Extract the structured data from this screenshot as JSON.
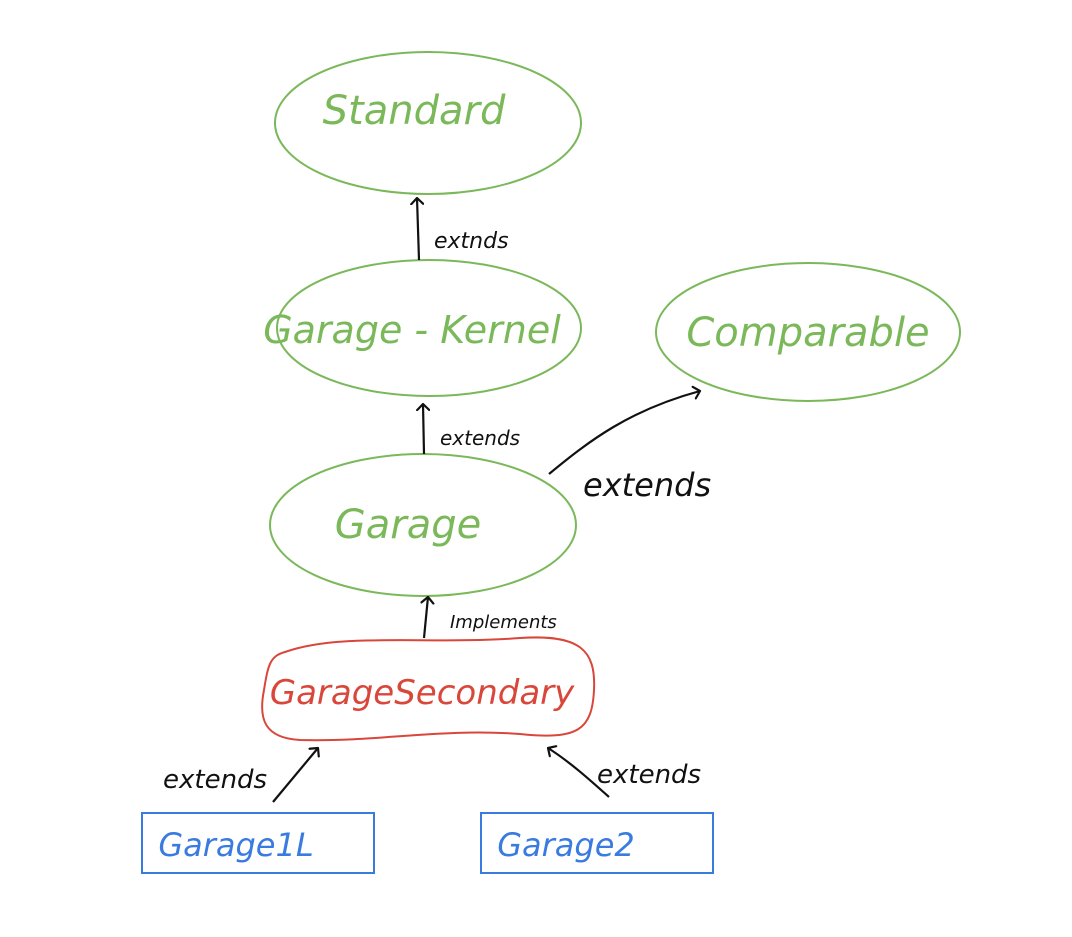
{
  "colors": {
    "interface": "#7ab85a",
    "abstract": "#d9463a",
    "concrete": "#3a7be0",
    "arrow": "#111111"
  },
  "nodes": {
    "standard": "Standard",
    "garage_kernel": "Garage - Kernel",
    "comparable": "Comparable",
    "garage": "Garage",
    "garage_secondary": "GarageSecondary",
    "garage1l": "Garage1L",
    "garage2": "Garage2"
  },
  "edges": {
    "kernel_to_standard": "extnds",
    "garage_to_kernel": "extends",
    "garage_to_comparable": "extends",
    "secondary_to_garage": "Implements",
    "garage1l_to_secondary": "extends",
    "garage2_to_secondary": "extends"
  }
}
